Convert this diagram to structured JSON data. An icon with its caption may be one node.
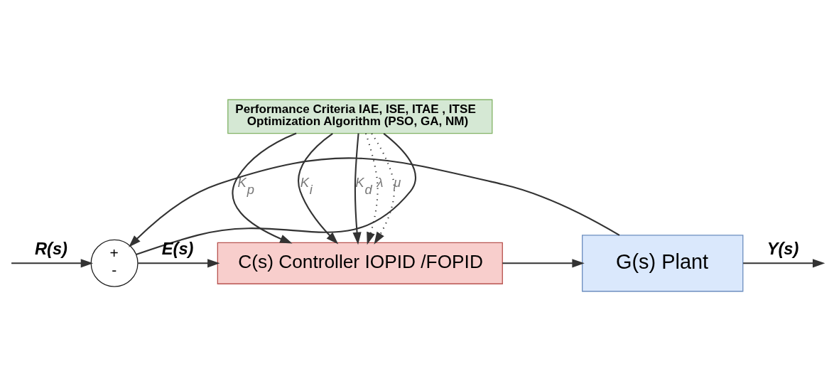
{
  "diagram": {
    "nodes": [
      {
        "text": [
          "Performance Criteria IAE, ISE, ITAE , ITSE",
          "Optimization Algorithm (PSO, GA, NM)"
        ]
      },
      {
        "text": [
          "+",
          "-"
        ]
      },
      {
        "text": [
          "C(s) Controller IOPID /FOPID"
        ]
      },
      {
        "text": [
          "G(s) Plant"
        ]
      }
    ],
    "edges": [
      {
        "from": null,
        "to": 1,
        "arrow": "to",
        "label": "R(s)"
      },
      {
        "from": 1,
        "to": 2,
        "arrow": "to",
        "label": "E(s)"
      },
      {
        "from": 1,
        "to": 0,
        "arrow": "none"
      },
      {
        "from": 0,
        "to": 2,
        "arrow": "to",
        "label": "K$_{p}$"
      },
      {
        "from": 0,
        "to": 2,
        "arrow": "to",
        "label": "K$_{i}$"
      },
      {
        "from": 0,
        "to": 2,
        "arrow": "to",
        "label": "K$_{d}$"
      },
      {
        "from": 0,
        "to": 2,
        "arrow": "to",
        "label": "λ",
        "style": "dashed"
      },
      {
        "from": 0,
        "to": 2,
        "arrow": "to",
        "label": "μ",
        "style": "dashed"
      },
      {
        "from": 2,
        "to": 3,
        "arrow": "to"
      },
      {
        "from": 3,
        "to": null,
        "arrow": "to",
        "label": "Y(s)"
      },
      {
        "from": 3,
        "to": 1,
        "arrow": "to"
      }
    ]
  }
}
